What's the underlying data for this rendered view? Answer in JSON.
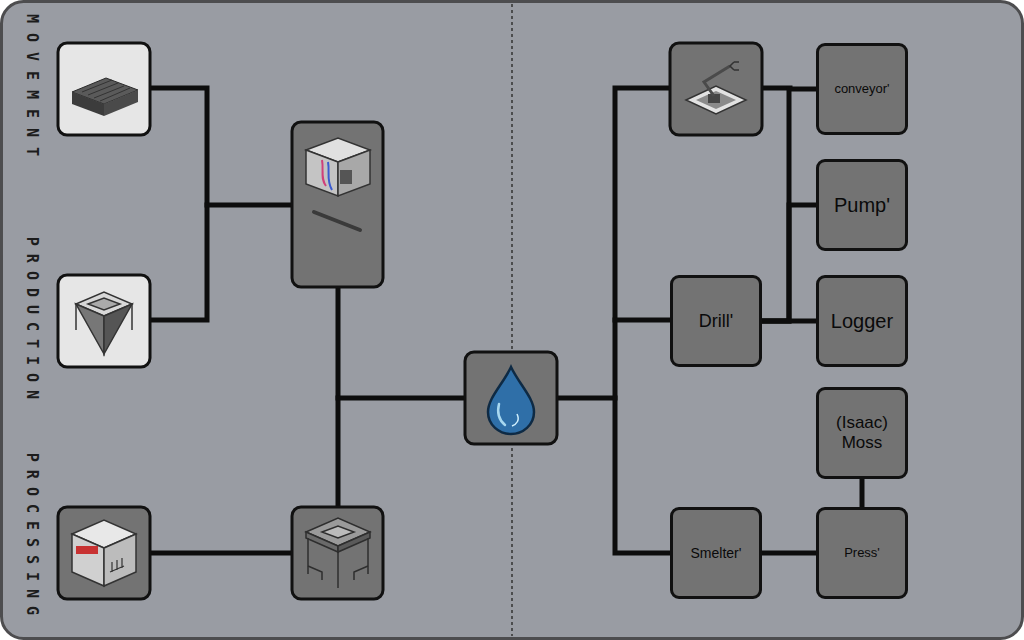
{
  "diagram": {
    "nodes": [
      {
        "text": [
          "conveyor'"
        ]
      },
      {
        "text": [
          "Pump'"
        ]
      },
      {
        "text": [
          "Drill'"
        ]
      },
      {
        "text": [
          "Logger"
        ]
      },
      {
        "text": [
          "(Isaac) Moss"
        ]
      },
      {
        "text": [
          "Smelter'"
        ]
      },
      {
        "text": [
          "Press'"
        ]
      }
    ],
    "edges": [
      {
        "from": 2,
        "to": 0,
        "arrow": "none"
      },
      {
        "from": 2,
        "to": 1,
        "arrow": "none"
      },
      {
        "from": 2,
        "to": 3,
        "arrow": "none"
      },
      {
        "from": 5,
        "to": 6,
        "arrow": "none"
      },
      {
        "from": 6,
        "to": 4,
        "arrow": "none"
      }
    ],
    "labels": [
      "MOVEMENT",
      "PRODUCTION",
      "PROCESSING"
    ]
  }
}
